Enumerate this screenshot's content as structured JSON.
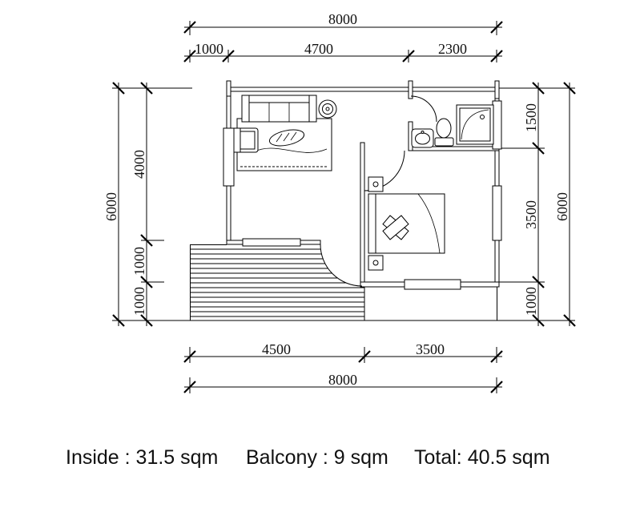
{
  "dimensions": {
    "top_total": "8000",
    "top_segments": [
      "1000",
      "4700",
      "2300"
    ],
    "left_total": "6000",
    "left_segments": [
      "4000",
      "1000",
      "1000"
    ],
    "right_segments": [
      "1500",
      "3500",
      "1000"
    ],
    "right_total": "6000",
    "bottom_segments": [
      "4500",
      "3500"
    ],
    "bottom_total": "8000"
  },
  "areas": {
    "inside": "Inside : 31.5 sqm",
    "balcony": "Balcony : 9 sqm",
    "total": "Total: 40.5 sqm"
  }
}
